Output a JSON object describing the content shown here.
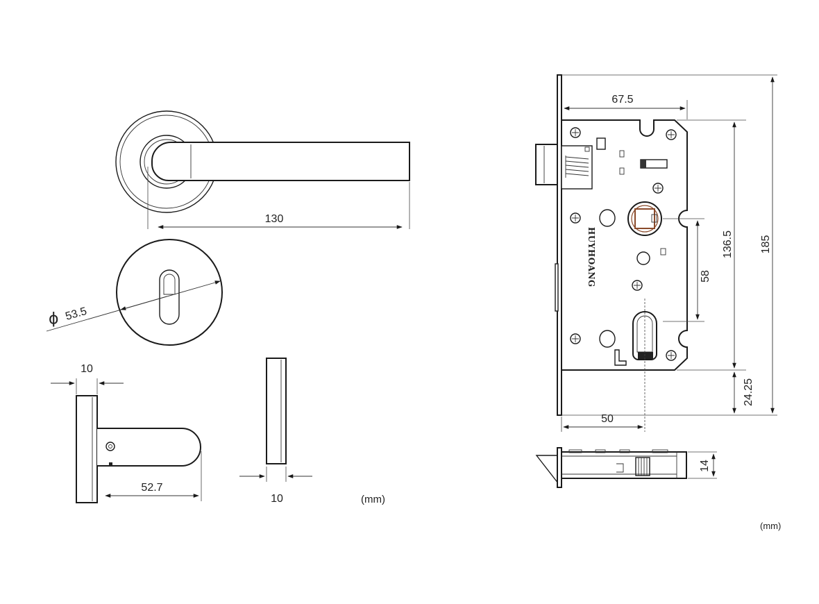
{
  "units": {
    "left": "(mm)",
    "right": "(mm)"
  },
  "handle": {
    "length": "130"
  },
  "rosette": {
    "diameter_symbol": "ϕ",
    "diameter": "53.5"
  },
  "side_view": {
    "rose_thickness": "10",
    "projection": "52.7"
  },
  "edge_view": {
    "thickness": "10"
  },
  "lock_body": {
    "brand": "HUYHOANG",
    "backset_top": "67.5",
    "height_overall": "185",
    "case_height": "136.5",
    "centre_distance": "58",
    "bottom_offset": "24.25",
    "backset": "50",
    "depth": "14"
  }
}
